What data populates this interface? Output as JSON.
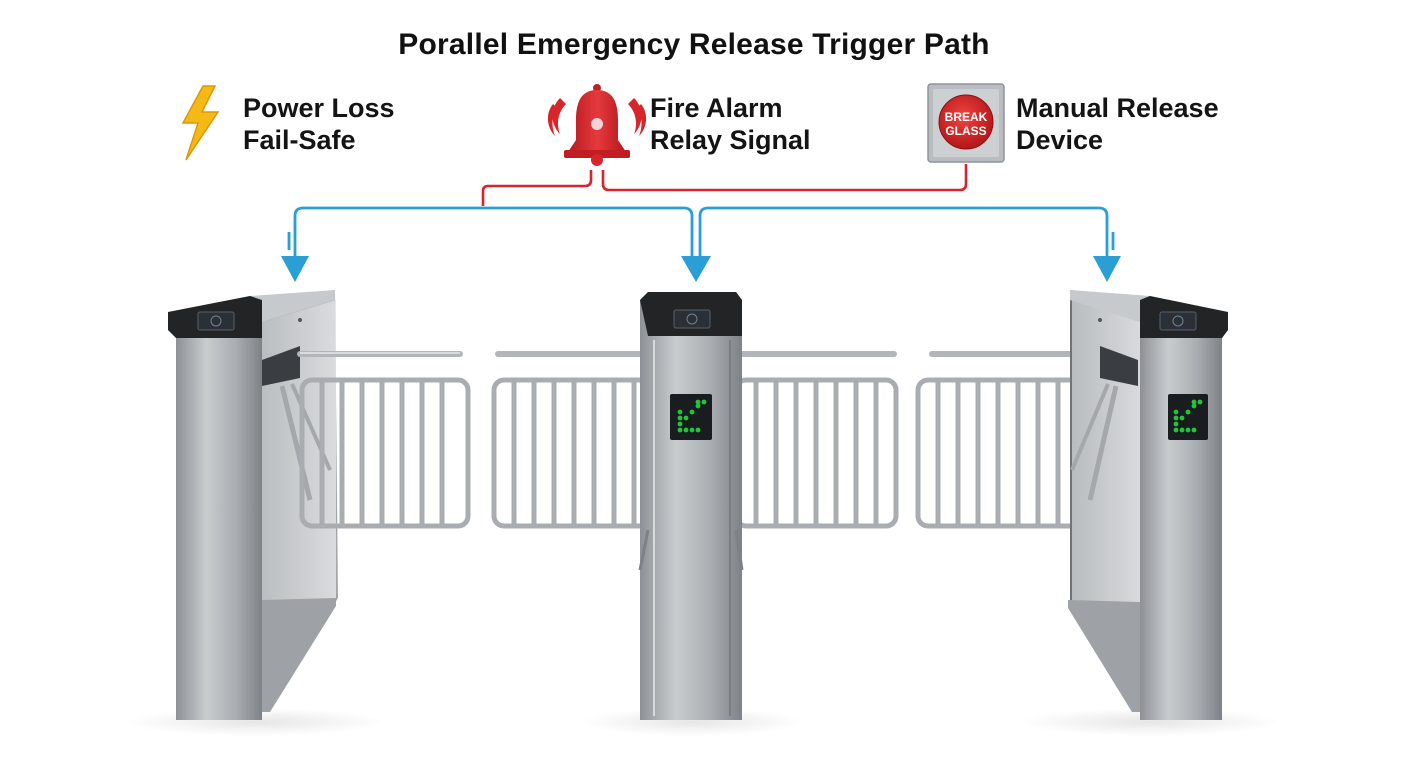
{
  "title": "Porallel Emergency Release Trigger Path",
  "triggers": {
    "power": {
      "line1": "Power Loss",
      "line2": "Fail-Safe",
      "icon": "lightning-bolt-icon"
    },
    "fire": {
      "line1": "Fire Alarm",
      "line2": "Relay Signal",
      "icon": "alarm-bell-icon"
    },
    "manual": {
      "line1": "Manual Release",
      "line2": "Device",
      "icon": "break-glass-icon",
      "button_line1": "BREAK",
      "button_line2": "GLASS"
    }
  },
  "colors": {
    "signal_red": "#d6262b",
    "release_blue": "#2a9fd6",
    "bolt_yellow": "#f5b915",
    "steel": "#b8bbbf",
    "display_green": "#22c53a"
  }
}
